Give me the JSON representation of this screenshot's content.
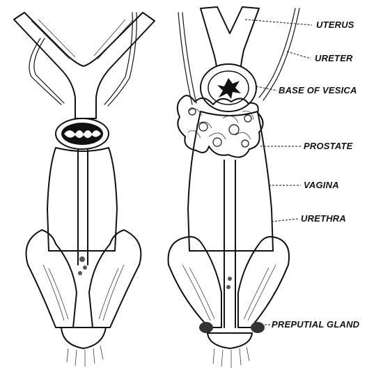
{
  "labels": {
    "uterus": "UTERUS",
    "ureter": "URETER",
    "base_of_vesica": "BASE OF VESICA",
    "prostate": "PROSTATE",
    "vagina": "VAGINA",
    "urethra": "URETHRA",
    "preputial_gland": "PREPUTIAL GLAND"
  },
  "colors": {
    "ink": "#111111",
    "paper": "#ffffff"
  }
}
